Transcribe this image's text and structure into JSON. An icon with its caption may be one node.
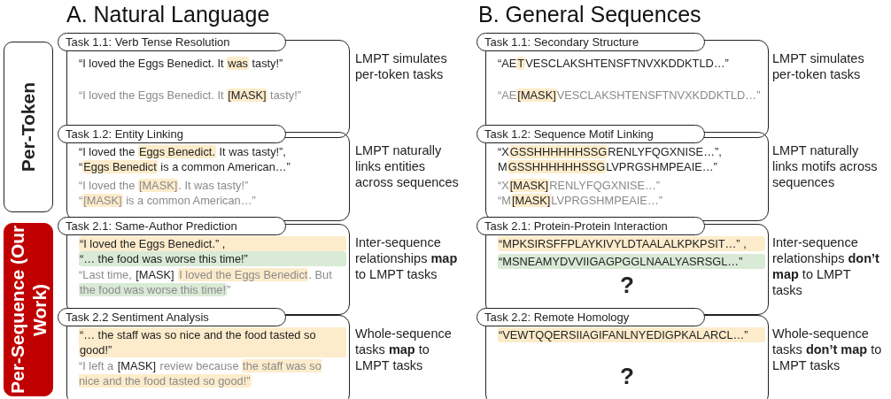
{
  "diagram": {
    "nodes": [
      {
        "text": [
          "Per-Token"
        ]
      },
      {
        "text": [
          "Per-Sequence (Our Work)"
        ]
      },
      {
        "text": [
          "Task 1.1: Verb Tense Resolution",
          "“I loved the Eggs Benedict. It was tasty!”",
          "“I loved the Eggs Benedict. It [MASK] tasty!”"
        ],
        "beside": [
          "LMPT simulates per-token tasks"
        ]
      },
      {
        "text": [
          "Task 1.2: Entity Linking",
          "“I loved the Eggs Benedict. It was tasty!”,",
          "“Eggs Benedict is a common American…”",
          "“I loved the [MASK]. It was tasty!”",
          "“[MASK] is a common American…”"
        ],
        "beside": [
          "LMPT naturally links entities across sequences"
        ]
      },
      {
        "text": [
          "Task 2.1: Same-Author Prediction",
          "“I loved the Eggs Benedict.” ,",
          "“… the food was worse this time!”",
          "“Last time, [MASK] I loved the Eggs Benedict. But the food was worse this time!”"
        ],
        "beside": [
          "Inter-sequence relationships **map** to LMPT tasks"
        ]
      },
      {
        "text": [
          "Task 2.2 Sentiment Analysis",
          "“… the staff was so nice and the food tasted so good!”",
          "“I left a [MASK] review because the staff was so nice and the food tasted so good!”"
        ],
        "beside": [
          "Whole-sequence tasks **map** to LMPT tasks"
        ]
      },
      {
        "text": [
          "Task 1.1: Secondary Structure",
          "“AETVESCLAKSHTENSFTNVXKDDKTLD…”",
          "“AE[MASK]VESCLAKSHTENSFTNVXKDDKTLD…”"
        ],
        "beside": [
          "LMPT simulates per-token tasks"
        ]
      },
      {
        "text": [
          "Task 1.2: Sequence Motif Linking",
          "“XGSSHHHHHHSSGRENLYFQGXNISE…”,",
          "MGSSHHHHHHSSGLVPRGSHMPEAIE…”",
          "“X[MASK]RENLYFQGXNISE…”",
          "“M[MASK]LVPRGSHMPEAIE…”"
        ],
        "beside": [
          "LMPT naturally links motifs across sequences"
        ]
      },
      {
        "text": [
          "Task 2.1: Protein-Protein Interaction",
          "“MPKSIRSFFPLAYKIVYLDTAALALKPKPSIT…” ,",
          "“MSNEAMYDVVIIGAGPGGLNAALYASRSGL…”",
          "?"
        ],
        "beside": [
          "Inter-sequence relationships **don’t map** to LMPT tasks"
        ]
      },
      {
        "text": [
          "Task 2.2: Remote Homology",
          "“VEWTQQERSIIAGIFANLNYEDIGPKALARCL…”",
          "?"
        ],
        "beside": [
          "Whole-sequence tasks **don’t map** to LMPT tasks"
        ]
      }
    ],
    "labels": [
      "A. Natural Language",
      "B. General Sequences"
    ]
  }
}
